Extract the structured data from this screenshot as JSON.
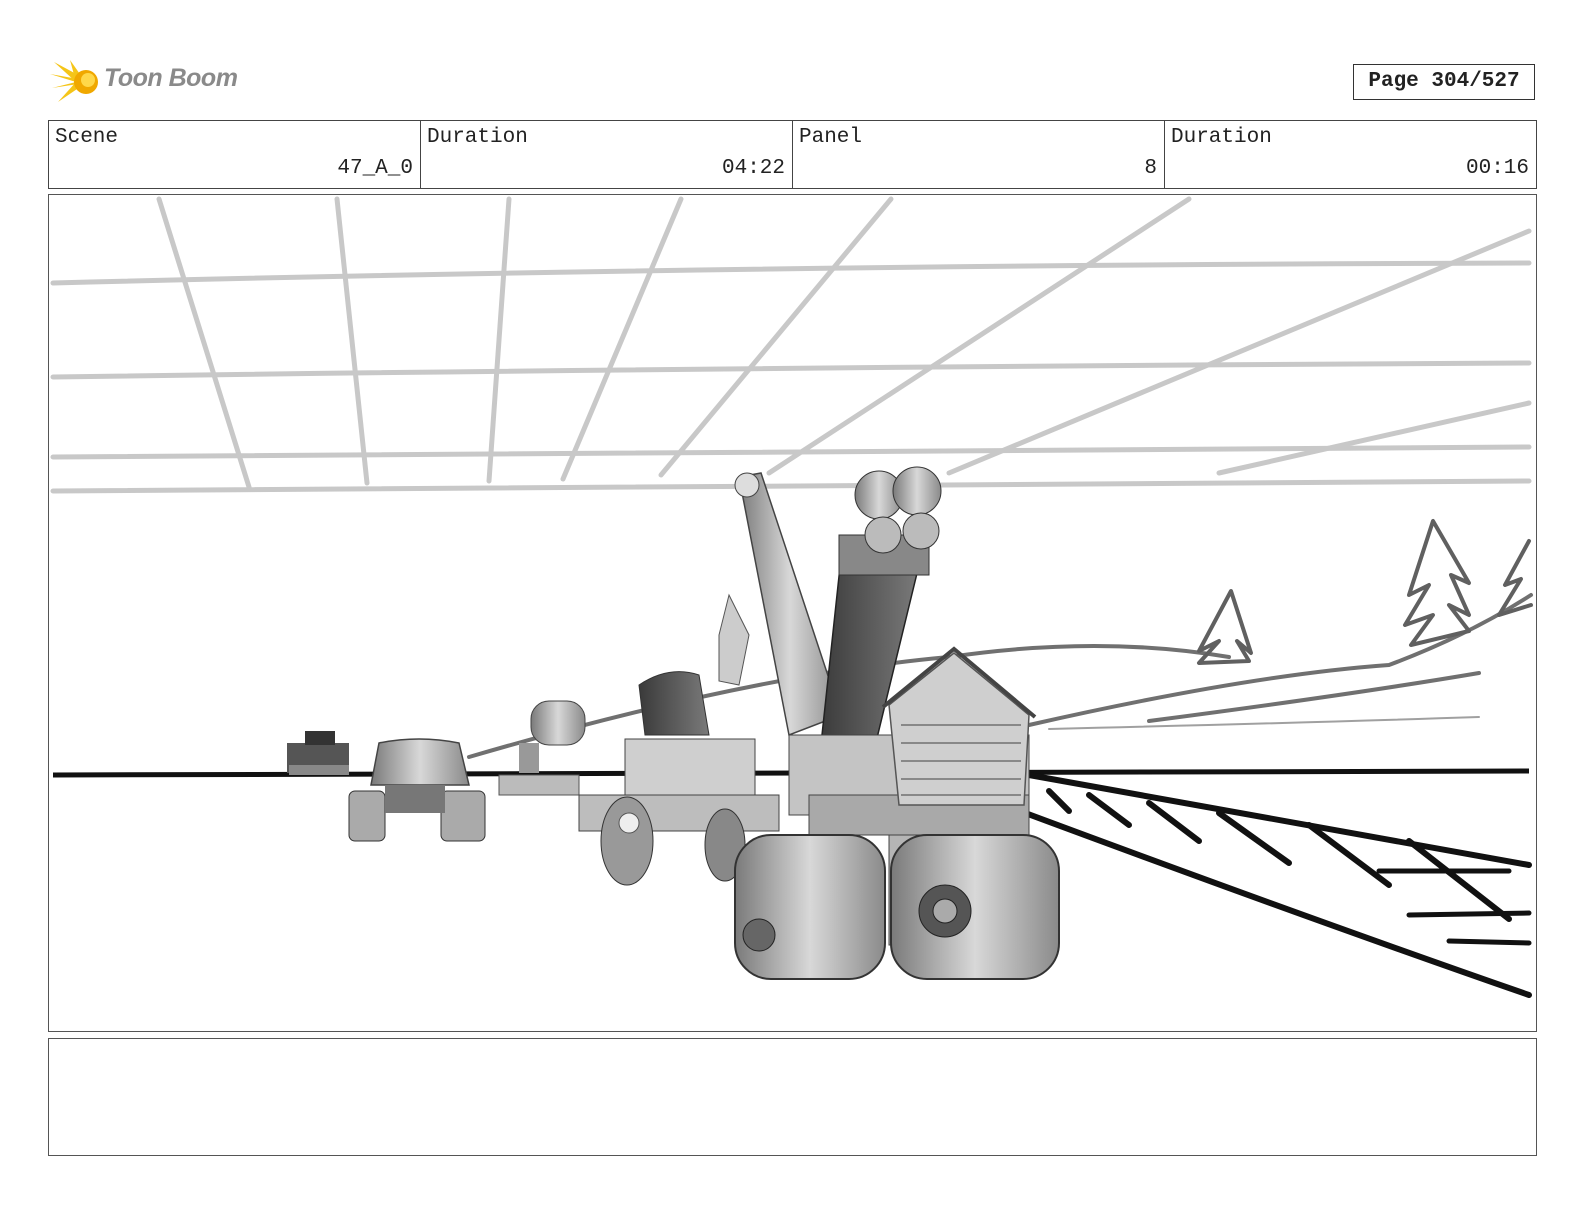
{
  "brand": {
    "name": "Toon Boom",
    "accent": "#f5c518"
  },
  "page": {
    "label": "Page 304/527"
  },
  "header": {
    "scene_label": "Scene",
    "scene_value": "47_A_0",
    "scene_duration_label": "Duration",
    "scene_duration_value": "04:22",
    "panel_label": "Panel",
    "panel_value": "8",
    "panel_duration_label": "Duration",
    "panel_duration_value": "00:16"
  },
  "notes": {
    "text": ""
  }
}
